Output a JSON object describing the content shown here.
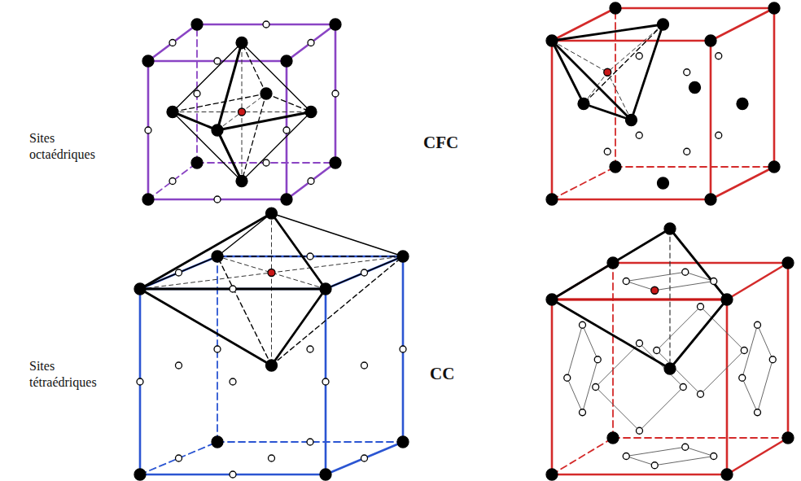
{
  "diagram": {
    "labels": [
      "Sites octaédriques",
      "CFC",
      "Sites tétraédriques",
      "CC"
    ]
  }
}
